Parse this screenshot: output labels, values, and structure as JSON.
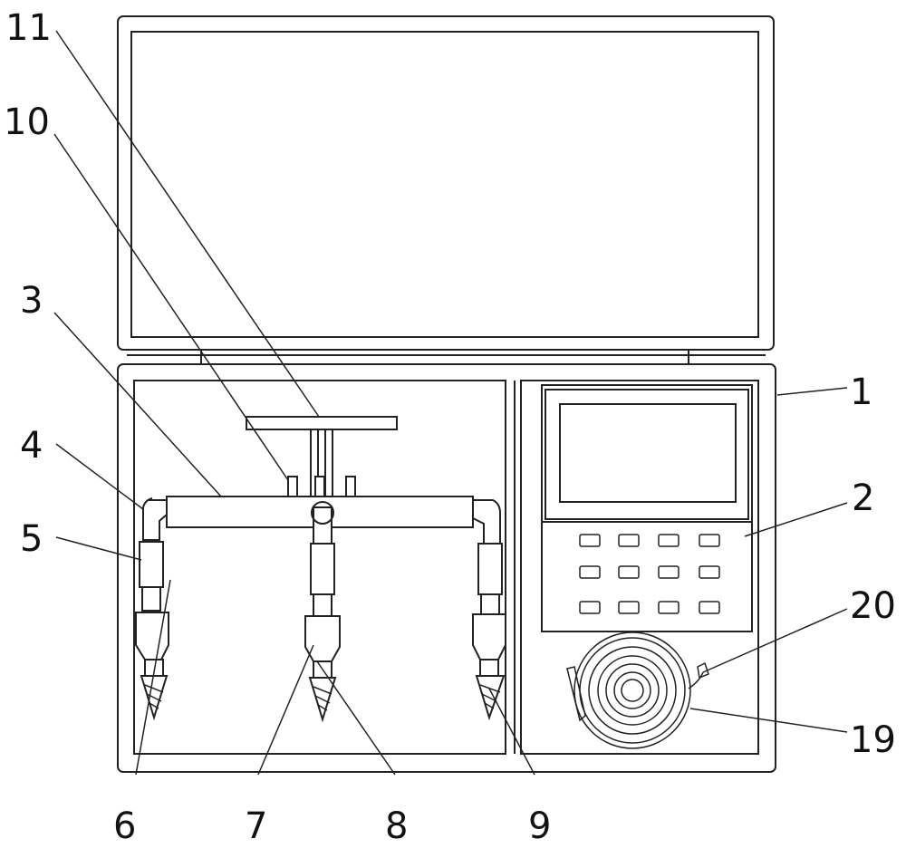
{
  "labels": {
    "l1": "1",
    "l2": "2",
    "l3": "3",
    "l4": "4",
    "l5": "5",
    "l6": "6",
    "l7": "7",
    "l8": "8",
    "l9": "9",
    "l10": "10",
    "l11": "11",
    "l19": "19",
    "l20": "20"
  }
}
